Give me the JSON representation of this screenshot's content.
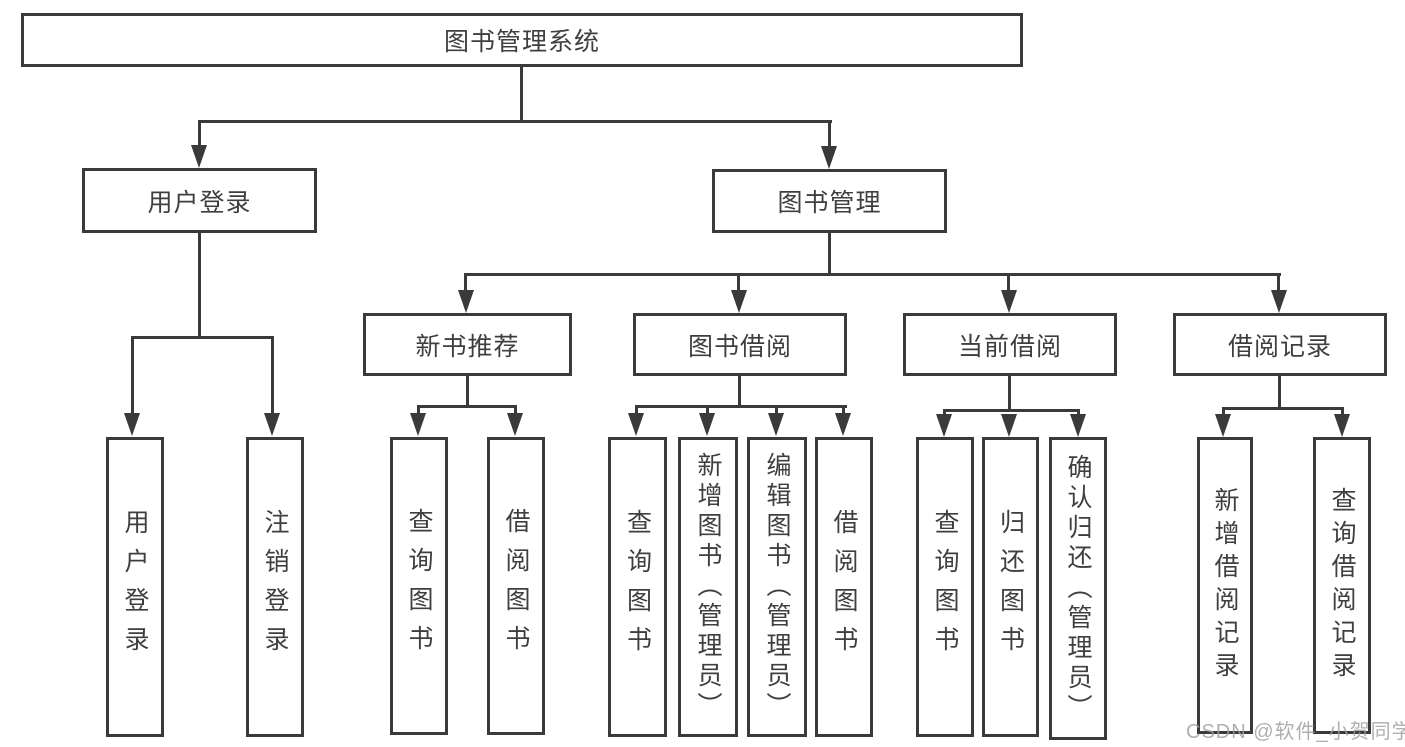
{
  "tree": {
    "root": {
      "label": "图书管理系统",
      "children": [
        {
          "label": "用户登录",
          "children": [
            {
              "label": "用户登录"
            },
            {
              "label": "注销登录"
            }
          ]
        },
        {
          "label": "图书管理",
          "children": [
            {
              "label": "新书推荐",
              "children": [
                {
                  "label": "查询图书"
                },
                {
                  "label": "借阅图书"
                }
              ]
            },
            {
              "label": "图书借阅",
              "children": [
                {
                  "label": "查询图书"
                },
                {
                  "label": "新增图书（管理员）"
                },
                {
                  "label": "编辑图书（管理员）"
                },
                {
                  "label": "借阅图书"
                }
              ]
            },
            {
              "label": "当前借阅",
              "children": [
                {
                  "label": "查询图书"
                },
                {
                  "label": "归还图书"
                },
                {
                  "label": "确认归还（管理员）"
                }
              ]
            },
            {
              "label": "借阅记录",
              "children": [
                {
                  "label": "新增借阅记录"
                },
                {
                  "label": "查询借阅记录"
                }
              ]
            }
          ]
        }
      ]
    }
  },
  "watermark": {
    "text": "CSDN @软件_小贺同学",
    "color": "#9e9e9e"
  },
  "colors": {
    "line": "#3a3a3a",
    "text": "#3f3f3f",
    "background": "#ffffff"
  }
}
